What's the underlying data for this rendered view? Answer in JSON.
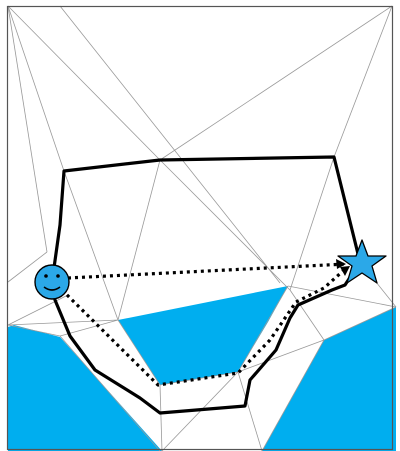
{
  "diagram": {
    "kind": "triangulated polygonal environment with paths",
    "elements": [
      "outer-boundary",
      "water-region-left",
      "water-region-center",
      "water-region-right",
      "triangulation-mesh",
      "solid-path",
      "dotted-path-direct",
      "dotted-path-lower",
      "start-smiley-icon",
      "goal-star-icon"
    ]
  },
  "colors": {
    "background": "#ffffff",
    "water": "#00aeef",
    "mesh": "#9a9a9a",
    "path": "#000000",
    "marker_fill": "#2ba8e8",
    "marker_stroke": "#000000"
  },
  "icons": {
    "start": "smiley-face-icon",
    "goal": "star-icon"
  }
}
